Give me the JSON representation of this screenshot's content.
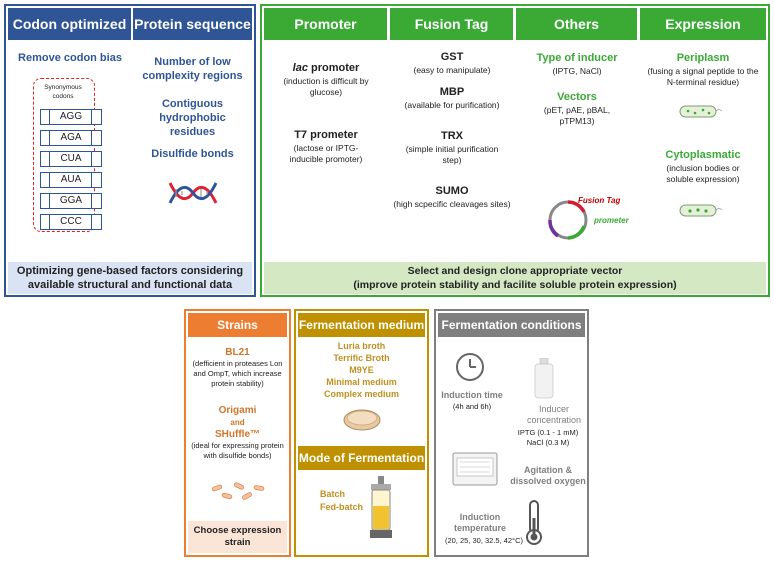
{
  "codon": {
    "header_codon": "Codon optimized",
    "header_protein": "Protein sequence",
    "remove_bias": "Remove codon bias",
    "synonymous_label": "Synonymous codons",
    "codons": [
      "AGG",
      "AGA",
      "CUA",
      "AUA",
      "GGA",
      "CCC"
    ],
    "low_complexity": "Number of low complexity regions",
    "hydrophobic": "Contiguous hydrophobic residues",
    "disulfide": "Disulfide bonds",
    "footer": "Optimizing gene-based factors considering available structural and functional data"
  },
  "vector": {
    "headers": [
      "Promoter",
      "Fusion Tag",
      "Others",
      "Expression"
    ],
    "promoter": {
      "lac_italic": "lac",
      "lac_rest": " promoter",
      "lac_desc": "(induction is difficult by glucose)",
      "t7_title": "T7 prometer",
      "t7_desc": "(lactose or IPTG-inducible promoter)"
    },
    "fusion": [
      {
        "name": "GST",
        "desc": "(easy to manipulate)"
      },
      {
        "name": "MBP",
        "desc": "(available for purification)"
      },
      {
        "name": "TRX",
        "desc": "(simple initial purification step)"
      },
      {
        "name": "SUMO",
        "desc": "(high scpecific cleavages sites)"
      }
    ],
    "others": {
      "inducer_title": "Type of inducer",
      "inducer_desc": "(IPTG, NaCl)",
      "vectors_title": "Vectors",
      "vectors_desc": "(pET, pAE, pBAL, pTPM13)",
      "plasmid_fusion": "Fusion Tag",
      "plasmid_promoter": "prometer"
    },
    "expression": {
      "periplasm_title": "Periplasm",
      "periplasm_desc": "(fusing a signal peptide to the N-terminal residue)",
      "cytoplasmatic_title": "Cytoplasmatic",
      "cytoplasmatic_desc": "(inclusion bodies or soluble expression)"
    },
    "footer_line1": "Select and design clone appropriate vector",
    "footer_line2": "(improve protein stability and facilite soluble protein expression)"
  },
  "strains": {
    "header": "Strains",
    "bl21": "BL21",
    "bl21_desc": "(defficient in proteases Lon and OmpT, which increase protein stability)",
    "origami": "Origami",
    "and": "and",
    "shuffle": "SHuffle™",
    "shuffle_desc": "(ideal for expressing protein with disulfide bonds)",
    "footer": "Choose expression strain"
  },
  "medium": {
    "header": "Fermentation medium",
    "items": [
      "Luria broth",
      "Terrific Broth",
      "M9YE",
      "Minimal medium",
      "Complex medium"
    ],
    "mode_header": "Mode of Fermentation",
    "modes": [
      "Batch",
      "Fed-batch"
    ]
  },
  "conditions": {
    "header": "Fermentation conditions",
    "induction_time": "Induction time",
    "induction_time_desc": "(4h and 6h)",
    "inducer_title": "Inducer concentration",
    "inducer_iptg": "IPTG (0.1 - 1 mM)",
    "inducer_nacl": "NaCl (0.3 M)",
    "agitation": "Agitation & dissolved oxygen",
    "temperature": "Induction temperature",
    "temperature_desc": "(20, 25, 30, 32.5, 42°C)"
  },
  "colors": {
    "blue": "#2f5597",
    "green": "#3aaa35",
    "orange": "#ed7d31",
    "gold": "#bf9000",
    "grey": "#7f7f7f"
  }
}
